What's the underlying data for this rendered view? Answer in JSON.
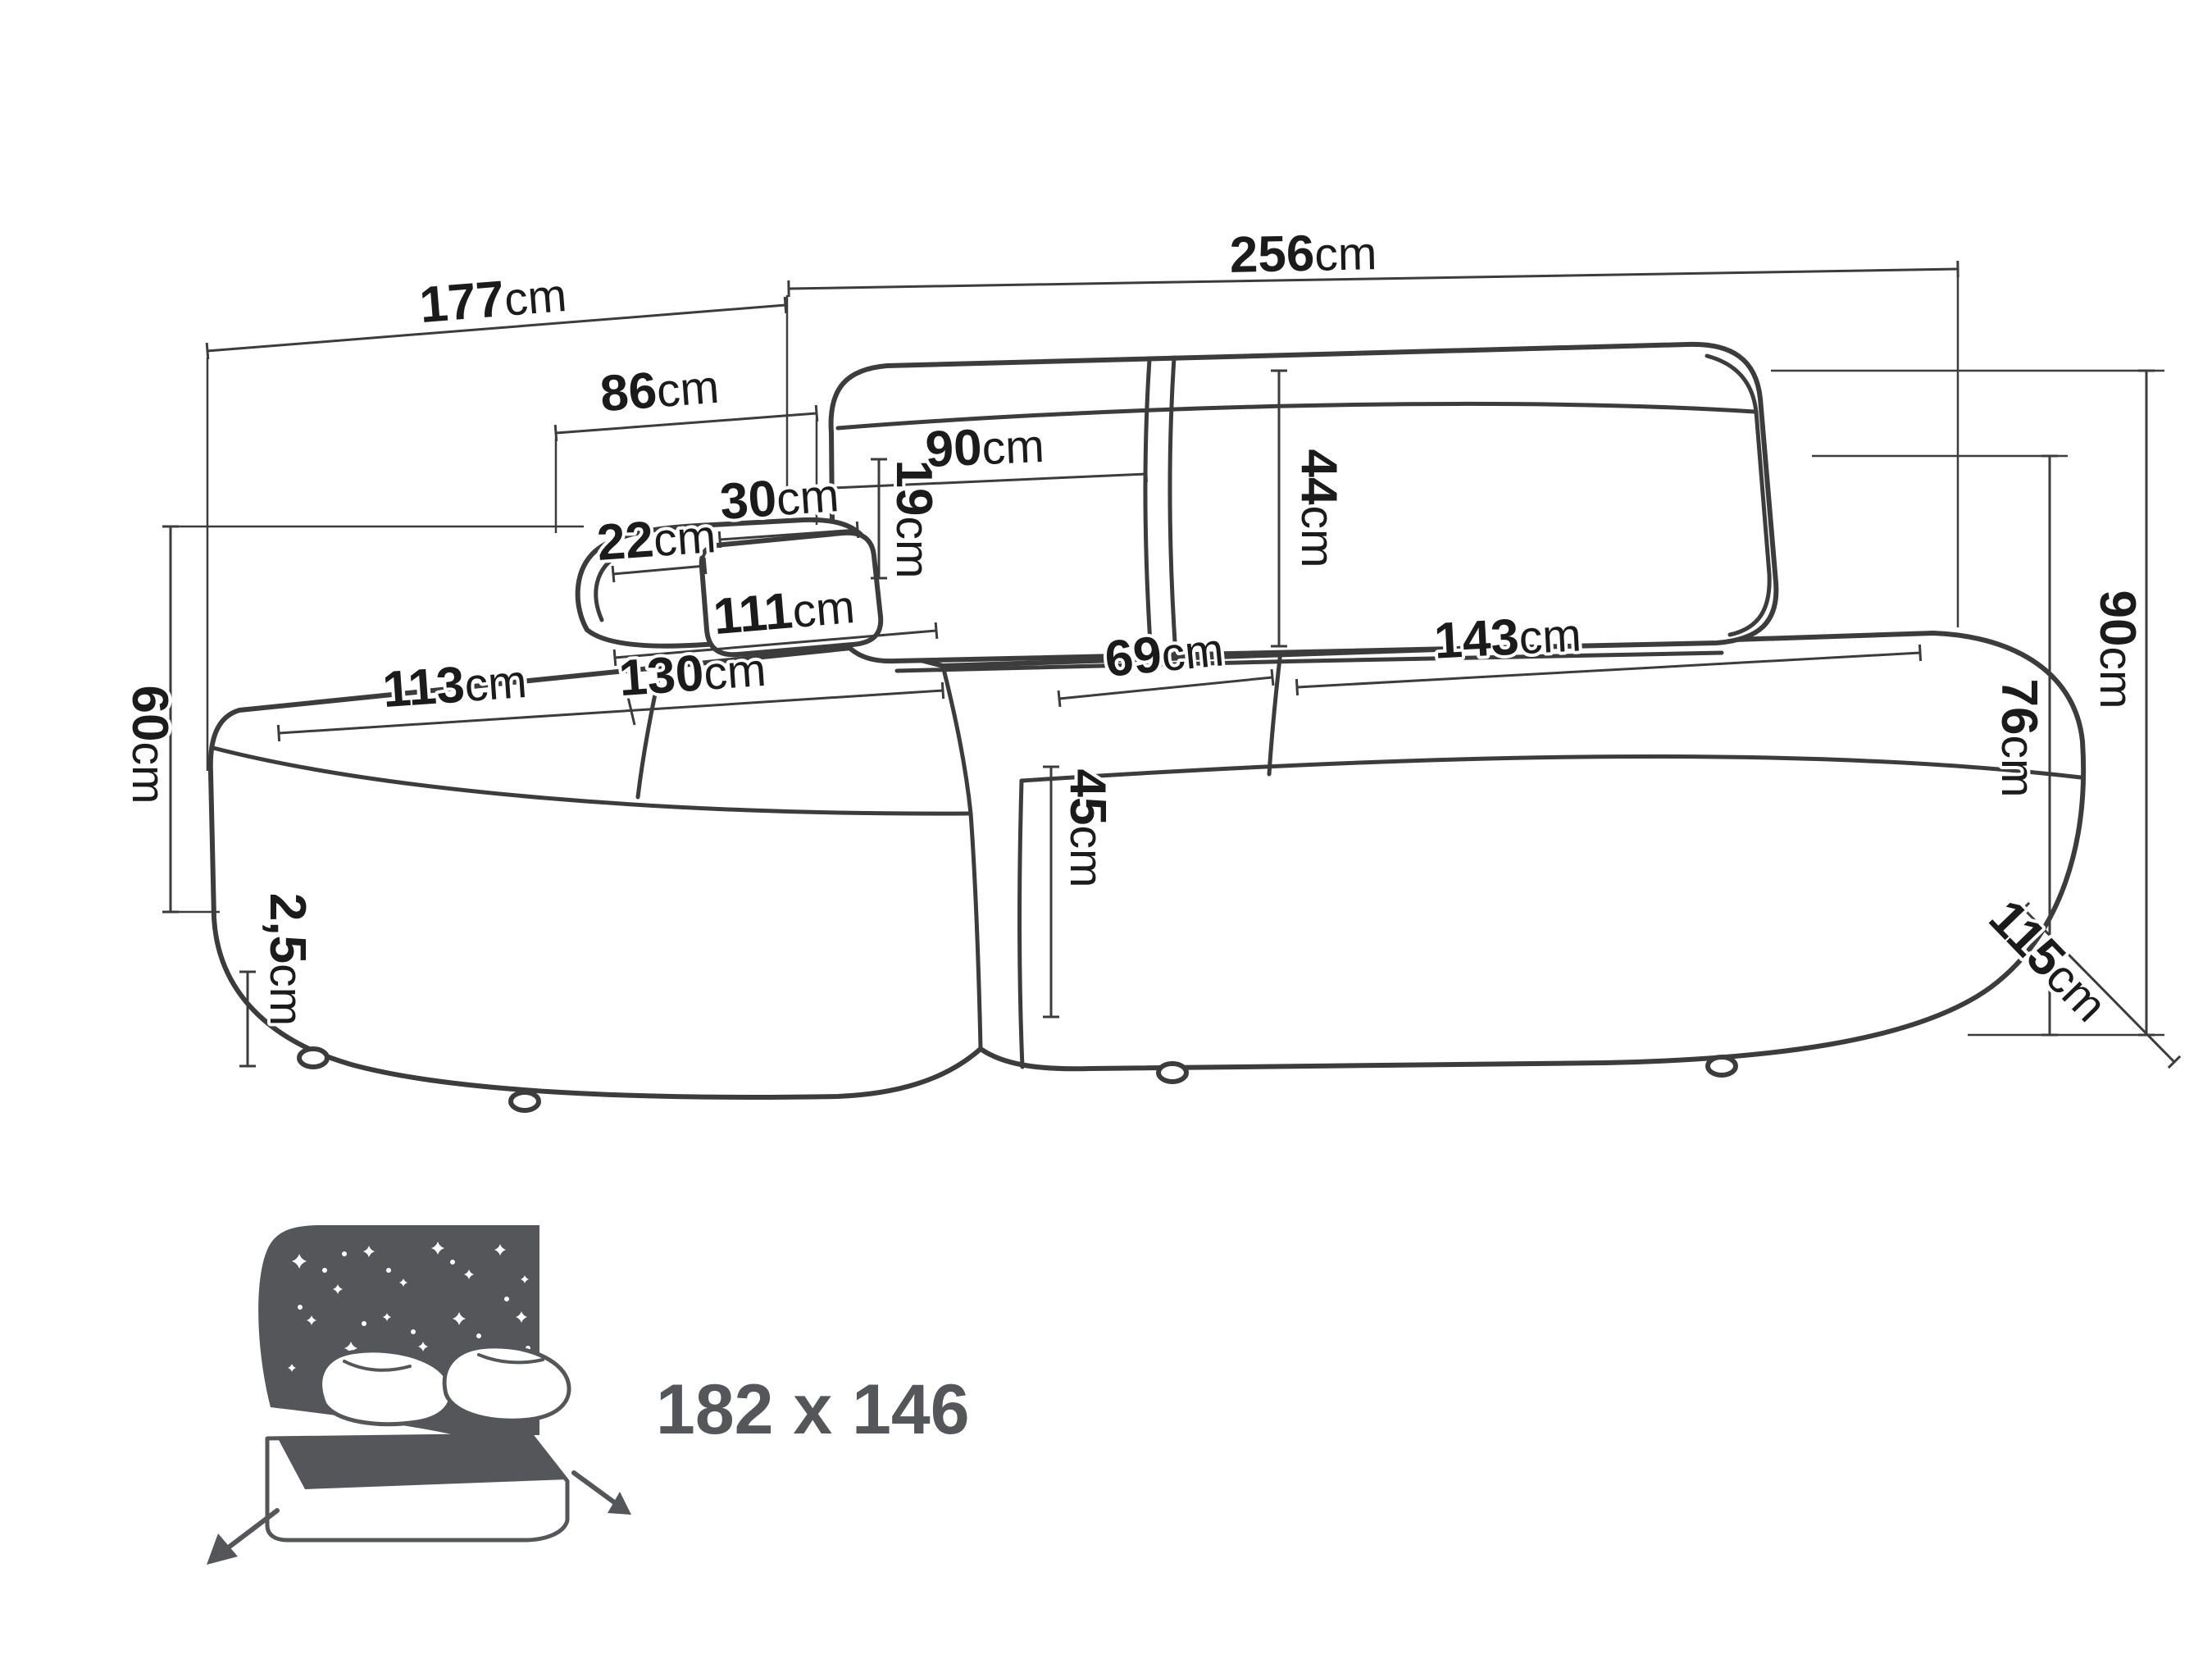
{
  "diagram_type": "corner-sofa-dimension-drawing",
  "unit_default": "cm",
  "colors": {
    "line": "#3c3c3c",
    "label_text": "#1b1b1b",
    "icon_gray": "#55565a"
  },
  "dims": {
    "w177": {
      "num": "177",
      "unit": "cm"
    },
    "w256": {
      "num": "256",
      "unit": "cm"
    },
    "w86": {
      "num": "86",
      "unit": "cm"
    },
    "w90b": {
      "num": "90",
      "unit": "cm"
    },
    "w30": {
      "num": "30",
      "unit": "cm"
    },
    "w22": {
      "num": "22",
      "unit": "cm"
    },
    "h19": {
      "num": "19",
      "unit": "cm"
    },
    "h44": {
      "num": "44",
      "unit": "cm"
    },
    "w111": {
      "num": "111",
      "unit": "cm"
    },
    "w113": {
      "num": "113",
      "unit": "cm"
    },
    "w130": {
      "num": "130",
      "unit": "cm"
    },
    "w69": {
      "num": "69",
      "unit": "cm"
    },
    "w143": {
      "num": "143",
      "unit": "cm"
    },
    "h90": {
      "num": "90",
      "unit": "cm"
    },
    "h76": {
      "num": "76",
      "unit": "cm"
    },
    "h60": {
      "num": "60",
      "unit": "cm"
    },
    "h25": {
      "num": "2,5",
      "unit": "cm"
    },
    "h45": {
      "num": "45",
      "unit": "cm"
    },
    "d115": {
      "num": "115",
      "unit": "cm"
    }
  },
  "sleeping_area": {
    "text": "182 x 146"
  }
}
